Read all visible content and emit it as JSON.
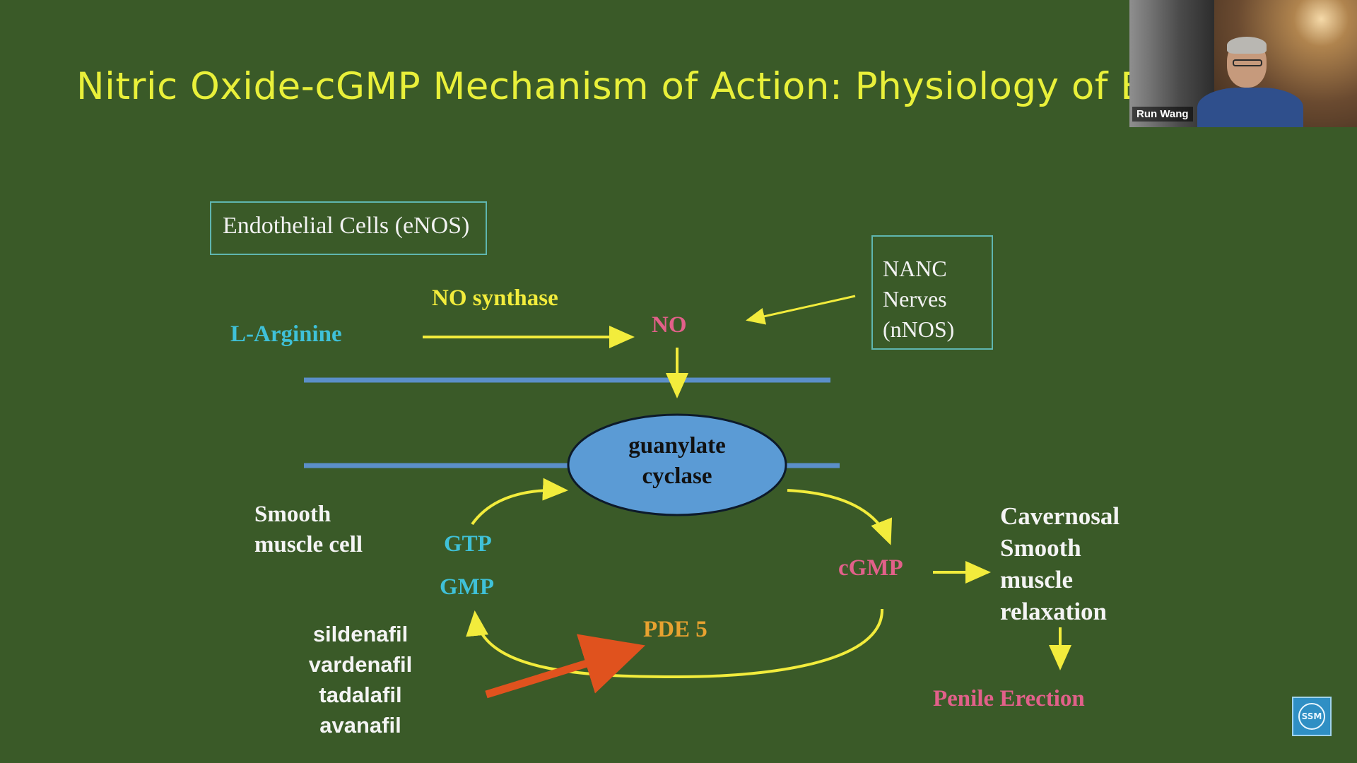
{
  "slide": {
    "title": "Nitric Oxide-cGMP Mechanism of Action: Physiology of Ere"
  },
  "diagram": {
    "endothelial_box": "Endothelial Cells (eNOS)",
    "nanc_box": [
      "NANC",
      "Nerves",
      "(nNOS)"
    ],
    "l_arginine": "L-Arginine",
    "no_synthase": "NO synthase",
    "no": "NO",
    "enzyme": [
      "guanylate",
      "cyclase"
    ],
    "smooth_muscle_cell": [
      "Smooth",
      "muscle cell"
    ],
    "gtp": "GTP",
    "gmp": "GMP",
    "cgmp": "cGMP",
    "pde5": "PDE 5",
    "relaxation": [
      "Cavernosal",
      "Smooth",
      "muscle",
      "relaxation"
    ],
    "outcome": "Penile Erection",
    "drugs": [
      "sildenafil",
      "vardenafil",
      "tadalafil",
      "avanafil"
    ]
  },
  "colors": {
    "background": "#3a5a28",
    "title": "#e9f03a",
    "yellow_label": "#f2ec3c",
    "cyan_label": "#3fc1d8",
    "pink_label": "#e2608a",
    "orange_label": "#e8a230",
    "white_label": "#f4f4f4",
    "membrane": "#5b8fc9",
    "enzyme_fill": "#5b9bd5",
    "inhibitor_arrow": "#e0521e"
  },
  "webcam": {
    "participant_name": "Run Wang"
  },
  "logo": {
    "text": "SSM"
  }
}
